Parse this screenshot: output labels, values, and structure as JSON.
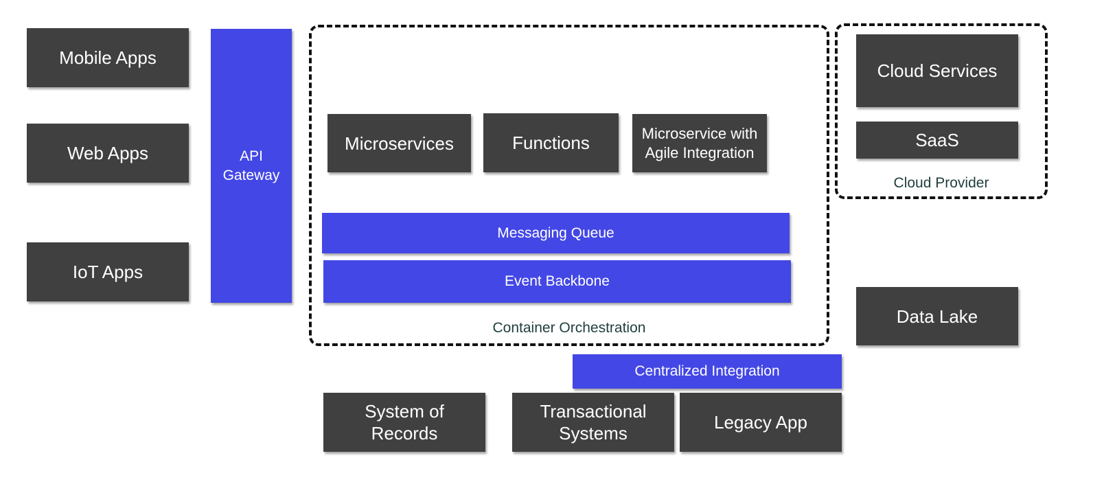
{
  "clients": {
    "mobile": "Mobile Apps",
    "web": "Web Apps",
    "iot": "IoT Apps"
  },
  "gateway": {
    "label": "API\nGateway"
  },
  "container": {
    "caption": "Container Orchestration",
    "microservices": "Microservices",
    "functions": "Functions",
    "agile": "Microservice with\nAgile Integration",
    "messaging_queue": "Messaging Queue",
    "event_backbone": "Event Backbone"
  },
  "cloud": {
    "caption": "Cloud Provider",
    "services": "Cloud Services",
    "saas": "SaaS"
  },
  "data_lake": "Data Lake",
  "integration": {
    "centralized": "Centralized Integration"
  },
  "backends": {
    "records": "System of\nRecords",
    "transactional": "Transactional\nSystems",
    "legacy": "Legacy App"
  },
  "colors": {
    "dark_box": "#404040",
    "blue_box": "#4347E5",
    "caption_text": "#1f3d3d"
  }
}
